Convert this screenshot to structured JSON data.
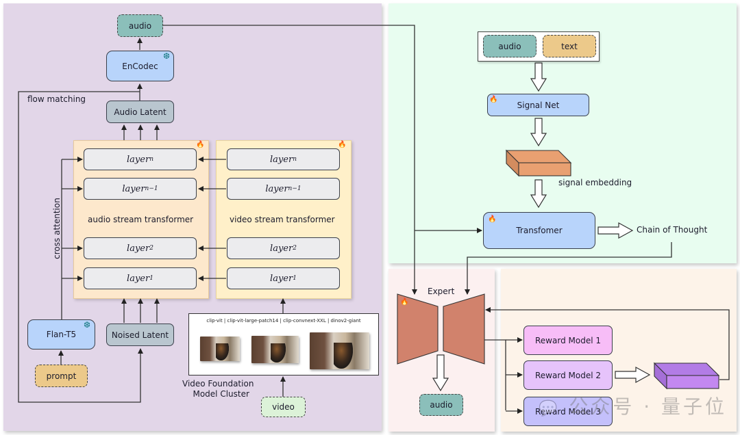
{
  "left_panel": {
    "audio_output": "audio",
    "encodec": "EnCodec",
    "flow_matching": "flow matching",
    "audio_latent": "Audio Latent",
    "cross_attention": "cross attention",
    "audio_stream": {
      "title": "audio stream transformer",
      "layers": [
        {
          "base": "layer",
          "sub": "n"
        },
        {
          "base": "layer",
          "sub": "n−1"
        },
        {
          "base": "layer",
          "sub": "2"
        },
        {
          "base": "layer",
          "sub": "1"
        }
      ]
    },
    "video_stream": {
      "title": "video stream transformer",
      "layers": [
        {
          "base": "layer",
          "sub": "n"
        },
        {
          "base": "layer",
          "sub": "n−1"
        },
        {
          "base": "layer",
          "sub": "2"
        },
        {
          "base": "layer",
          "sub": "1"
        }
      ]
    },
    "flan_t5": "Flan-T5",
    "noised_latent": "Noised Latent",
    "prompt": "prompt",
    "video_models": "clip-vit | clip-vit-large-patch14 | clip-convnext-XXL | dinov2-giant",
    "video_cluster_line1": "Video Foundation",
    "video_cluster_line2": "Model Cluster",
    "video_input": "video"
  },
  "top_right_panel": {
    "audio_input": "audio",
    "text_input": "text",
    "signal_net": "Signal Net",
    "signal_embedding": "signal embedding",
    "transformer": "Transfomer",
    "chain_of_thought": "Chain of Thought"
  },
  "bottom_mid_panel": {
    "expert": "Expert",
    "audio_output": "audio"
  },
  "bottom_right_panel": {
    "reward_models": [
      "Reward Model 1",
      "Reward Model 2",
      "Reward Model 3"
    ]
  },
  "watermark": "公众号 · 量子位",
  "icons": {
    "flame": "🔥",
    "snowflake": "❆",
    "wechat": "💬"
  },
  "colors": {
    "left_bg": "#e2d6e8",
    "top_right_bg": "#e8fdf0",
    "bottom_mid_bg": "#fcf0f0",
    "bottom_right_bg": "#fdf3e9",
    "blue_node": "#b8d4fb",
    "teal_node": "#8bbfba",
    "grey_node": "#b9c6cf",
    "sand_node": "#ecc98a",
    "video_node": "#dcf2d8",
    "stream_bg_audio": "#fde8cc",
    "stream_bg_video": "#fff0c9",
    "embedding": "#e9a071",
    "expert": "#d1826c",
    "reward1": "#f7bdf7",
    "reward2": "#e6c3fb",
    "reward3": "#c4c0fb",
    "reward_embedding": "#c388f0"
  }
}
